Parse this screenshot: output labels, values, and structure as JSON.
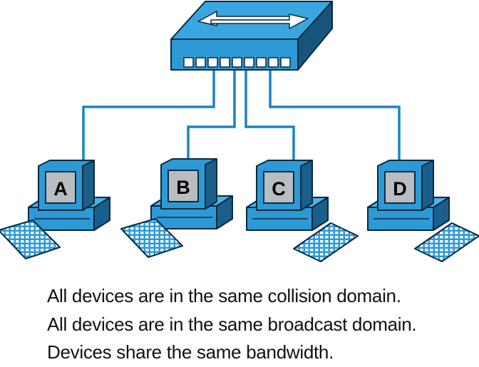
{
  "devices": [
    {
      "label": "A"
    },
    {
      "label": "B"
    },
    {
      "label": "C"
    },
    {
      "label": "D"
    }
  ],
  "captions": [
    "All devices are in the same collision domain.",
    "All devices are in the same broadcast domain.",
    "Devices share the same bandwidth."
  ],
  "colors": {
    "device_blue": "#2d9ad6",
    "device_dark": "#1a5f8c",
    "outline": "#0a2a40",
    "cable": "#1a84c2",
    "screen": "#b9bcc0"
  },
  "icons": {
    "hub": "hub-icon",
    "computer": "computer-icon",
    "keyboard": "keyboard-icon"
  }
}
